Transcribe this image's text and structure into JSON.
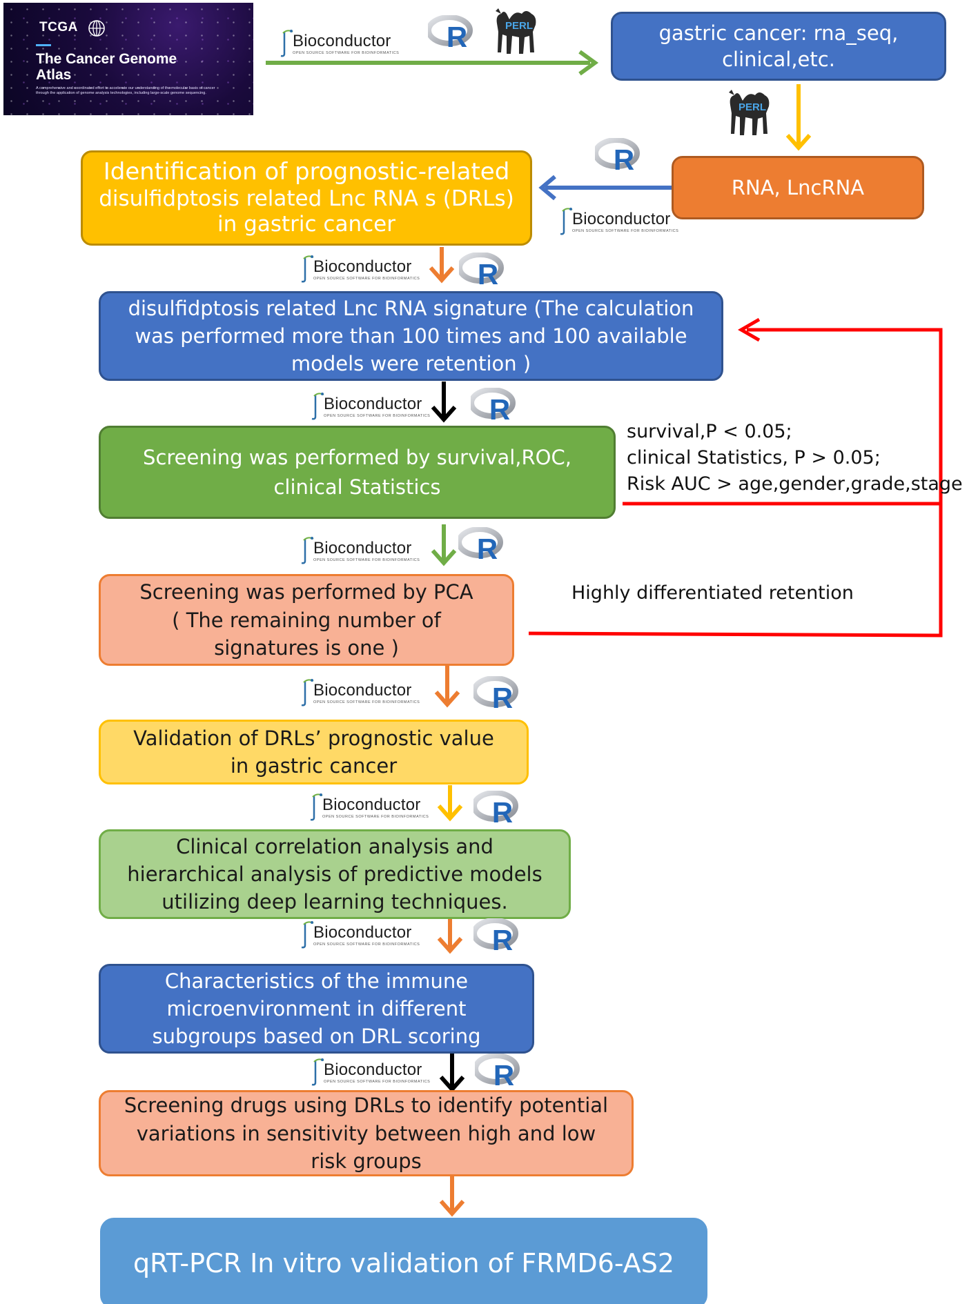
{
  "tcga": {
    "logo_text": "TCGA",
    "title_line1": "The Cancer Genome",
    "title_line2": "Atlas",
    "description": "A comprehensive and coordinated effort to accelerate our understanding of the molecular basis of cancer through the application of genome analysis technologies, including large-scale genome sequencing."
  },
  "logos": {
    "bioconductor": "Bioconductor",
    "bioconductor_tagline": "OPEN SOURCE SOFTWARE FOR BIOINFORMATICS",
    "r": "R",
    "perl": "PERL"
  },
  "boxes": {
    "source": [
      "gastric cancer: rna_seq,",
      "clinical,etc."
    ],
    "rna": [
      "RNA, LncRNA"
    ],
    "identification": [
      "Identification of prognostic-related",
      "disulfidptosis  related  Lnc RNA s  (DRLs)",
      "in  gastric cancer"
    ],
    "signature": [
      "disulfidptosis  related  Lnc RNA  signature (The calculation",
      "was performed more than 100 times  and 100 available",
      "models  were retention  )"
    ],
    "screening_survival": [
      "Screening was performed by  survival,ROC,",
      "clinical Statistics"
    ],
    "screening_pca": [
      "Screening was performed by  PCA",
      "( The remaining number of",
      "signatures is  one )"
    ],
    "validation": [
      "Validation of DRLs’ prognostic value",
      "in  gastric cancer"
    ],
    "clinical": [
      "Clinical correlation analysis and",
      "hierarchical analysis of predictive models",
      "utilizing deep learning techniques."
    ],
    "immune": [
      "Characteristics of the immune",
      "microenvironment in different",
      "subgroups based on DRL scoring"
    ],
    "drugs": [
      "Screening drugs using DRLs to identify potential",
      "variations in sensitivity between high and low",
      "risk groups"
    ],
    "qrtpcr": [
      "qRT-PCR In vitro validation of FRMD6-AS2"
    ]
  },
  "notes": {
    "criteria": [
      "survival,P < 0.05;",
      "clinical Statistics, P > 0.05;",
      "Risk AUC > age,gender,grade,stage"
    ],
    "retention": "Highly differentiated retention"
  },
  "colors": {
    "blue": "#4472c4",
    "orange": "#ed7d31",
    "yellow": "#ffc000",
    "green": "#70ad47",
    "salmon": "#f8b195",
    "light_yellow": "#ffd966",
    "light_green": "#a9d18e",
    "sky_blue": "#5b9bd5",
    "feedback_red": "#ff0000",
    "arrow_black": "#000000"
  }
}
